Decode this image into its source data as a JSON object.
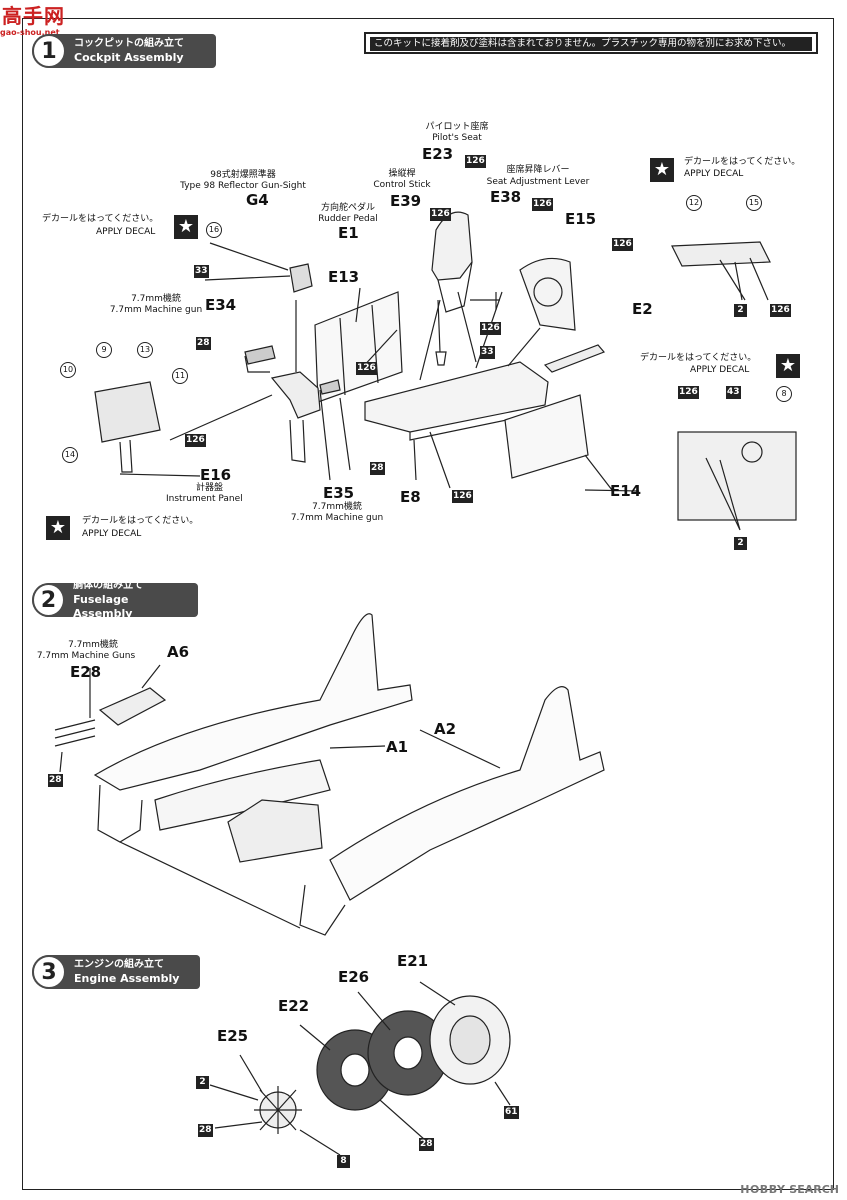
{
  "watermark": {
    "text": "高手网",
    "url": "gao-shou.net"
  },
  "notice": "このキットに接着剤及び塗料は含まれておりません。プラスチック専用の物を別にお求め下さい。",
  "steps": [
    {
      "num": "1",
      "jp": "コックピットの組み立て",
      "en": "Cockpit Assembly"
    },
    {
      "num": "2",
      "jp": "胴体の組み立て",
      "en": "Fuselage Assembly"
    },
    {
      "num": "3",
      "jp": "エンジンの組み立て",
      "en": "Engine Assembly"
    }
  ],
  "decal": {
    "jp": "デカールをはってください。",
    "en": "APPLY DECAL",
    "icon": "star-icon"
  },
  "cockpit": {
    "pilot_seat": {
      "jp": "パイロット座席",
      "en": "Pilot's Seat",
      "part": "E23"
    },
    "control_stick": {
      "jp": "操縦桿",
      "en": "Control Stick",
      "part": "E39"
    },
    "seat_lever": {
      "jp": "座席昇降レバー",
      "en": "Seat Adjustment Lever",
      "part": "E38"
    },
    "gunsight": {
      "jp": "98式射爆照準器",
      "en": "Type 98 Reflector Gun-Sight",
      "part": "G4"
    },
    "rudder_pedal": {
      "jp": "方向舵ペダル",
      "en": "Rudder Pedal",
      "part": "E1"
    },
    "gun_left": {
      "jp": "7.7mm機銃",
      "en": "7.7mm Machine gun",
      "part": "E34"
    },
    "gun_right": {
      "jp": "7.7mm機銃",
      "en": "7.7mm Machine gun",
      "part": "E35"
    },
    "panel": {
      "jp": "計器盤",
      "en": "Instrument Panel",
      "part": "E16"
    },
    "parts": {
      "e13": "E13",
      "e15": "E15",
      "e2": "E2",
      "e8": "E8",
      "e14": "E14"
    }
  },
  "fuselage": {
    "guns": {
      "jp": "7.7mm機銃",
      "en": "7.7mm Machine Guns",
      "part": "E28"
    },
    "parts": {
      "a6": "A6",
      "a1": "A1",
      "a2": "A2"
    }
  },
  "engine": {
    "parts": {
      "e21": "E21",
      "e26": "E26",
      "e22": "E22",
      "e25": "E25"
    }
  },
  "paint_codes": {
    "c126": "126",
    "c33": "33",
    "c28": "28",
    "c2": "2",
    "c43": "43",
    "c61": "61",
    "c8": "8"
  },
  "decal_numbers": {
    "d16": "16",
    "d9": "9",
    "d13": "13",
    "d10": "10",
    "d11": "11",
    "d14": "14",
    "d12": "12",
    "d15": "15",
    "d8": "8"
  },
  "logo": {
    "brand": "HOBBY",
    "suffix": "SEARCH"
  }
}
